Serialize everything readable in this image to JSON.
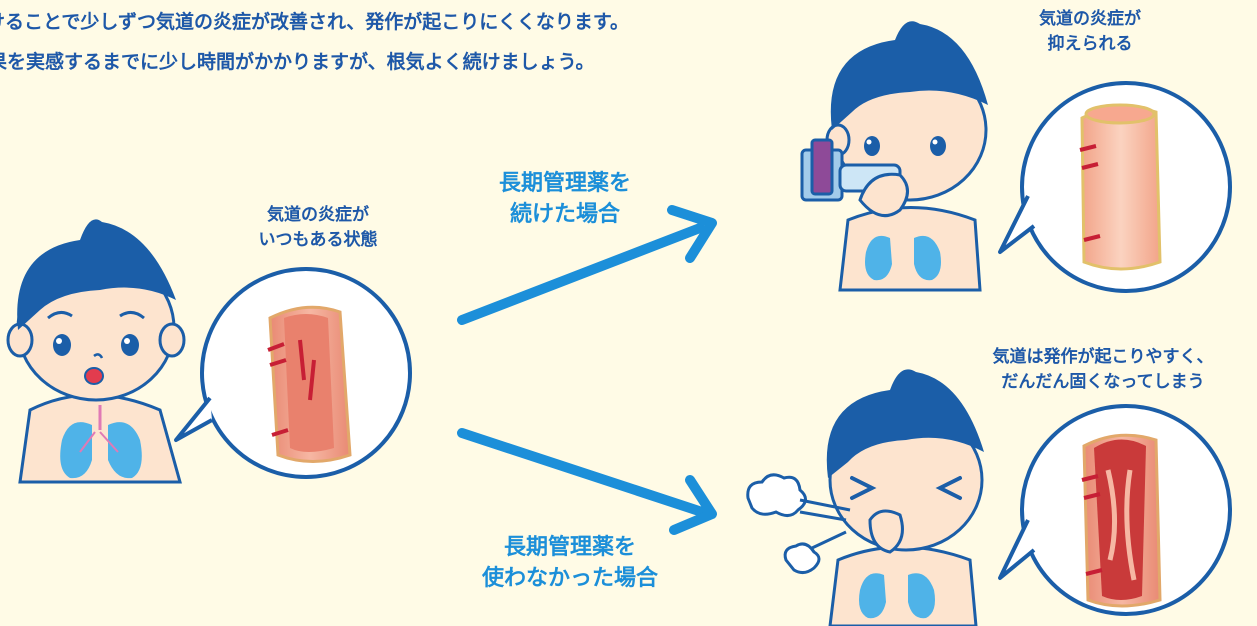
{
  "intro": {
    "line1": "けることで少しずつ気道の炎症が改善され、発作が起こりにくくなります。",
    "line2": "果を実感するまでに少し時間がかかりますが、根気よく続けましょう。"
  },
  "baseline": {
    "line1": "気道の炎症が",
    "line2": "いつもある状態"
  },
  "continued": {
    "line1": "長期管理薬を",
    "line2": "続けた場合",
    "result": {
      "line1": "気道の炎症が",
      "line2": "抑えられる"
    }
  },
  "stopped": {
    "line1": "長期管理薬を",
    "line2": "使わなかった場合",
    "result": {
      "line1": "気道は発作が起こりやすく、",
      "line2": "だんだん固くなってしまう"
    }
  },
  "colors": {
    "text": "#1E58A8",
    "arrow": "#1C8FD9",
    "background": "#FFFBE6",
    "hair": "#1B5EA8",
    "skin": "#FDE4CF",
    "lungs": "#4FB3E8"
  }
}
